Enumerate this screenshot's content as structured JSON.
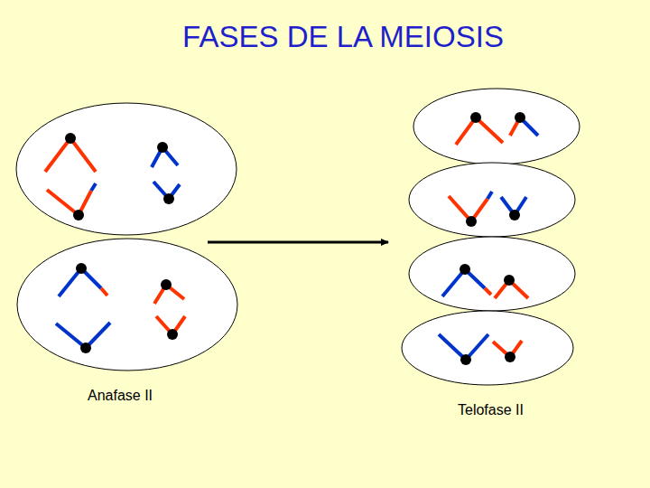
{
  "diagram": {
    "title": "FASES DE LA MEIOSIS",
    "labels": [
      "Anafase II",
      "Telofase II"
    ]
  }
}
